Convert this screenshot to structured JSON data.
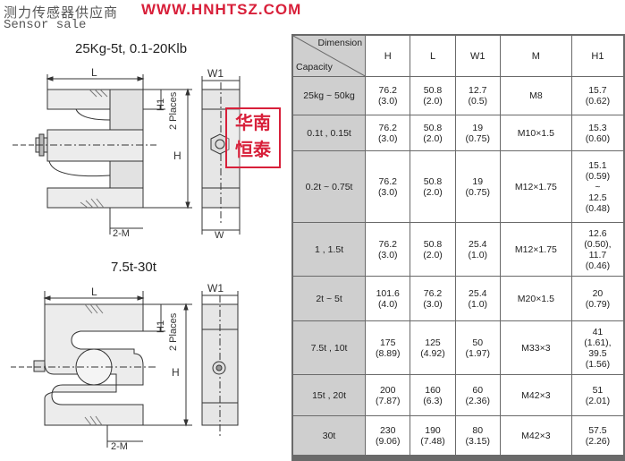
{
  "header": {
    "company_cn": "测力传感器供应商",
    "url": "WWW.HNHTSZ.COM",
    "subtitle_en": "Sensor sale"
  },
  "watermark": {
    "line1": "华南",
    "line2": "恒泰"
  },
  "drawings": {
    "top": {
      "caption": "25Kg-5t, 0.1-20Klb",
      "labels": {
        "L": "L",
        "W1": "W1",
        "H1": "H1",
        "places": "2 Places",
        "H": "H",
        "M": "2-M",
        "W": "W"
      }
    },
    "bottom": {
      "caption": "7.5t-30t",
      "labels": {
        "L": "L",
        "W1": "W1",
        "H1": "H1",
        "places": "2 Places",
        "H": "H",
        "M": "2-M"
      }
    }
  },
  "table": {
    "corner_top": "Dimension",
    "corner_bottom": "Capacity",
    "columns": [
      "H",
      "L",
      "W1",
      "M",
      "H1"
    ],
    "rows": [
      {
        "capacity": "25kg ~ 50kg",
        "H": [
          "76.2",
          "(3.0)"
        ],
        "L": [
          "50.8",
          "(2.0)"
        ],
        "W1": [
          "12.7",
          "(0.5)"
        ],
        "M": [
          "M8"
        ],
        "H1": [
          "15.7",
          "(0.62)"
        ]
      },
      {
        "capacity": "0.1t , 0.15t",
        "H": [
          "76.2",
          "(3.0)"
        ],
        "L": [
          "50.8",
          "(2.0)"
        ],
        "W1": [
          "19",
          "(0.75)"
        ],
        "M": [
          "M10×1.5"
        ],
        "H1": [
          "15.3",
          "(0.60)"
        ]
      },
      {
        "capacity": "0.2t ~ 0.75t",
        "H": [
          "76.2",
          "(3.0)"
        ],
        "L": [
          "50.8",
          "(2.0)"
        ],
        "W1": [
          "19",
          "(0.75)"
        ],
        "M": [
          "M12×1.75"
        ],
        "H1": [
          "15.1",
          "(0.59)",
          "~",
          "12.5",
          "(0.48)"
        ]
      },
      {
        "capacity": "1 , 1.5t",
        "H": [
          "76.2",
          "(3.0)"
        ],
        "L": [
          "50.8",
          "(2.0)"
        ],
        "W1": [
          "25.4",
          "(1.0)"
        ],
        "M": [
          "M12×1.75"
        ],
        "H1": [
          "12.6",
          "(0.50),",
          "11.7",
          "(0.46)"
        ]
      },
      {
        "capacity": "2t ~ 5t",
        "H": [
          "101.6",
          "(4.0)"
        ],
        "L": [
          "76.2",
          "(3.0)"
        ],
        "W1": [
          "25.4",
          "(1.0)"
        ],
        "M": [
          "M20×1.5"
        ],
        "H1": [
          "20",
          "(0.79)"
        ]
      },
      {
        "capacity": "7.5t , 10t",
        "H": [
          "175",
          "(8.89)"
        ],
        "L": [
          "125",
          "(4.92)"
        ],
        "W1": [
          "50",
          "(1.97)"
        ],
        "M": [
          "M33×3"
        ],
        "H1": [
          "41",
          "(1.61),",
          "39.5",
          "(1.56)"
        ]
      },
      {
        "capacity": "15t , 20t",
        "H": [
          "200",
          "(7.87)"
        ],
        "L": [
          "160",
          "(6.3)"
        ],
        "W1": [
          "60",
          "(2.36)"
        ],
        "M": [
          "M42×3"
        ],
        "H1": [
          "51",
          "(2.01)"
        ]
      },
      {
        "capacity": "30t",
        "H": [
          "230",
          "(9.06)"
        ],
        "L": [
          "190",
          "(7.48)"
        ],
        "W1": [
          "80",
          "(3.15)"
        ],
        "M": [
          "M42×3"
        ],
        "H1": [
          "57.5",
          "(2.26)"
        ]
      }
    ]
  },
  "colors": {
    "accent_red": "#d8203a",
    "table_border": "#6a6a6a",
    "capacity_bg": "#cfcfcf"
  }
}
